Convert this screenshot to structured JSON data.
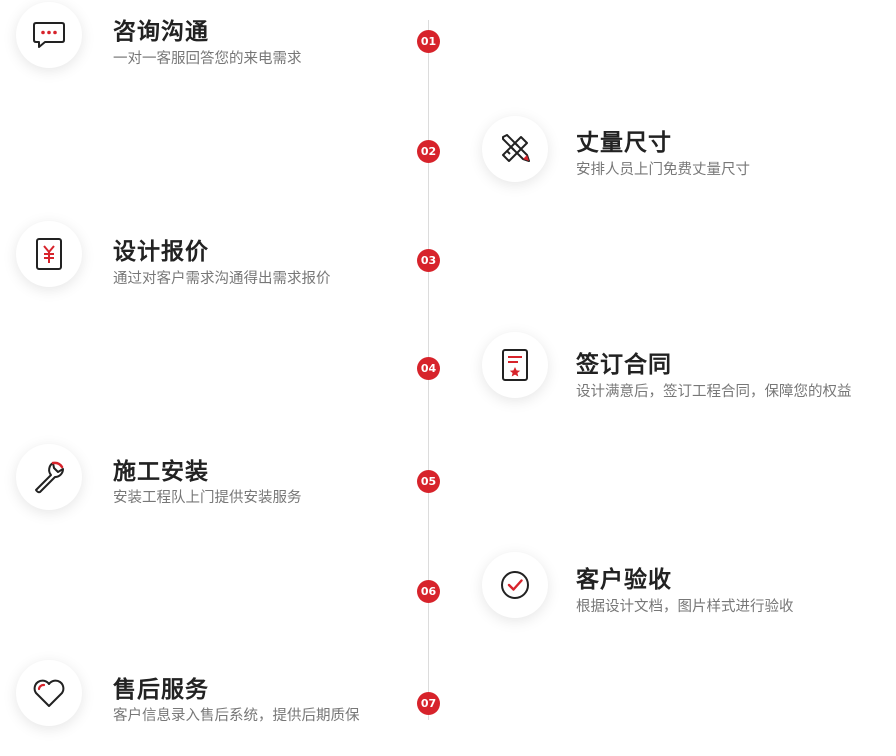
{
  "colors": {
    "accent": "#d7232b",
    "icon_dark": "#222222",
    "line": "#dcdcdc"
  },
  "steps": [
    {
      "number": "01",
      "title": "咨询沟通",
      "desc": "一对一客服回答您的来电需求",
      "icon": "chat-bubble-icon"
    },
    {
      "number": "02",
      "title": "丈量尺寸",
      "desc": "安排人员上门免费丈量尺寸",
      "icon": "ruler-pencil-icon"
    },
    {
      "number": "03",
      "title": "设计报价",
      "desc": "通过对客户需求沟通得出需求报价",
      "icon": "yen-document-icon"
    },
    {
      "number": "04",
      "title": "签订合同",
      "desc": "设计满意后，签订工程合同，保障您的权益",
      "icon": "contract-icon"
    },
    {
      "number": "05",
      "title": "施工安装",
      "desc": "安装工程队上门提供安装服务",
      "icon": "wrench-icon"
    },
    {
      "number": "06",
      "title": "客户验收",
      "desc": "根据设计文档，图片样式进行验收",
      "icon": "check-circle-icon"
    },
    {
      "number": "07",
      "title": "售后服务",
      "desc": "客户信息录入售后系统，提供后期质保",
      "icon": "heart-icon"
    }
  ]
}
